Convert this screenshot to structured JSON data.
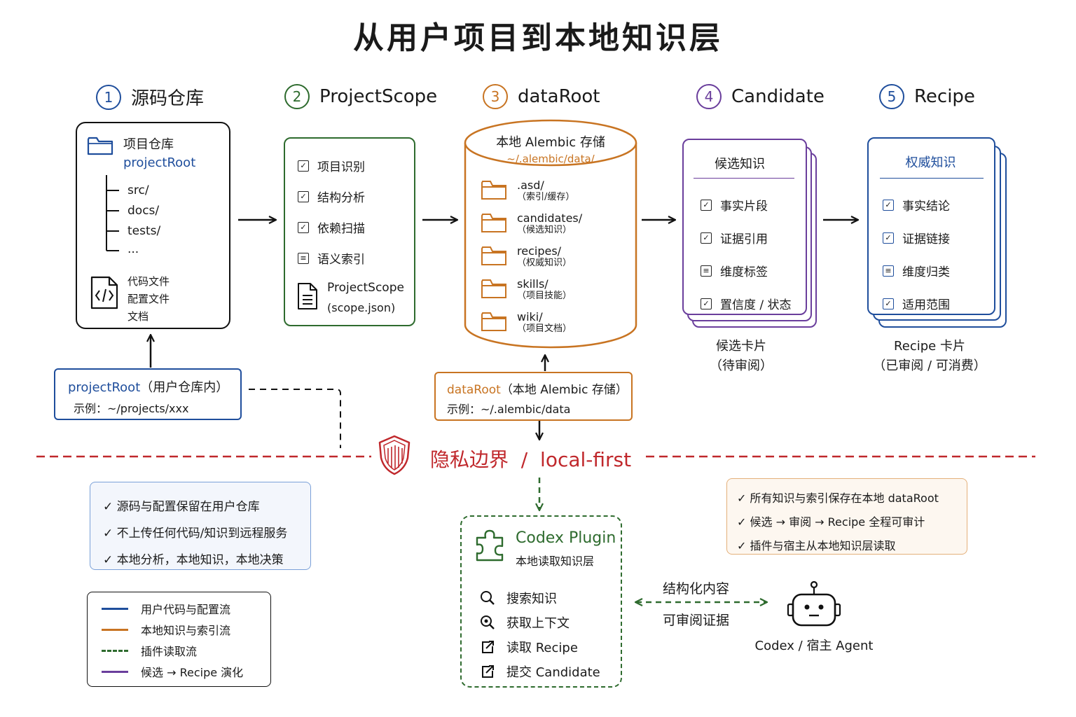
{
  "title": "从用户项目到本地知识层",
  "colors": {
    "blue": "#1f4e9c",
    "green": "#2e6b2e",
    "orange": "#c87422",
    "purple": "#6a3e9c",
    "red": "#c0282c",
    "black": "#111111"
  },
  "steps": [
    {
      "num": "1",
      "label": "源码仓库"
    },
    {
      "num": "2",
      "label": "ProjectScope"
    },
    {
      "num": "3",
      "label": "dataRoot"
    },
    {
      "num": "4",
      "label": "Candidate"
    },
    {
      "num": "5",
      "label": "Recipe"
    }
  ],
  "repo_box": {
    "title": "项目仓库",
    "root": "projectRoot",
    "tree": [
      "src/",
      "docs/",
      "tests/",
      "..."
    ],
    "files": [
      "代码文件",
      "配置文件",
      "文档"
    ]
  },
  "project_root_box": {
    "title": "projectRoot",
    "title_suffix": "（用户仓库内）",
    "example": "示例：~/projects/xxx"
  },
  "scope_box": {
    "items": [
      {
        "icon": "checkbox-icon",
        "label": "项目识别"
      },
      {
        "icon": "checkbox-icon",
        "label": "结构分析"
      },
      {
        "icon": "checkbox-icon",
        "label": "依赖扫描"
      },
      {
        "icon": "list-icon",
        "label": "语义索引"
      }
    ],
    "file_name": "ProjectScope",
    "file_sub": "(scope.json)"
  },
  "data_cylinder": {
    "title": "本地 Alembic 存储",
    "path": "~/.alembic/data/",
    "folders": [
      {
        "name": ".asd/",
        "desc": "（索引/缓存）"
      },
      {
        "name": "candidates/",
        "desc": "（候选知识）"
      },
      {
        "name": "recipes/",
        "desc": "（权威知识）"
      },
      {
        "name": "skills/",
        "desc": "（项目技能）"
      },
      {
        "name": "wiki/",
        "desc": "（项目文档）"
      }
    ]
  },
  "data_root_box": {
    "title": "dataRoot",
    "title_suffix": "（本地 Alembic 存储）",
    "example": "示例：~/.alembic/data"
  },
  "candidate_box": {
    "title": "候选知识",
    "items": [
      {
        "icon": "checkbox-icon",
        "label": "事实片段"
      },
      {
        "icon": "checkbox-icon",
        "label": "证据引用"
      },
      {
        "icon": "list-icon",
        "label": "维度标签"
      },
      {
        "icon": "checkbox-icon",
        "label": "置信度 / 状态"
      }
    ],
    "caption_1": "候选卡片",
    "caption_2": "（待审阅）"
  },
  "recipe_box": {
    "title": "权威知识",
    "items": [
      {
        "icon": "checkbox-icon",
        "label": "事实结论"
      },
      {
        "icon": "checkbox-icon",
        "label": "证据链接"
      },
      {
        "icon": "list-icon",
        "label": "维度归类"
      },
      {
        "icon": "checkbox-icon",
        "label": "适用范围"
      }
    ],
    "caption_1": "Recipe 卡片",
    "caption_2": "（已审阅 / 可消费）"
  },
  "boundary": {
    "label": "隐私边界  /  local-first",
    "icon": "shield-icon"
  },
  "privacy_left": [
    "源码与配置保留在用户仓库",
    "不上传任何代码/知识到远程服务",
    "本地分析，本地知识，本地决策"
  ],
  "privacy_right": [
    "所有知识与索引保存在本地 dataRoot",
    "候选 → 审阅 → Recipe 全程可审计",
    "插件与宿主从本地知识层读取"
  ],
  "legend": [
    {
      "label": "用户代码与配置流",
      "color": "#1f4e9c",
      "dashed": false
    },
    {
      "label": "本地知识与索引流",
      "color": "#c87422",
      "dashed": false
    },
    {
      "label": "插件读取流",
      "color": "#2e6b2e",
      "dashed": true
    },
    {
      "label": "候选 → Recipe 演化",
      "color": "#6a3e9c",
      "dashed": false
    }
  ],
  "plugin": {
    "title": "Codex Plugin",
    "subtitle": "本地读取知识层",
    "actions": [
      {
        "icon": "search-icon",
        "label": "搜索知识"
      },
      {
        "icon": "context-search-icon",
        "label": "获取上下文"
      },
      {
        "icon": "read-icon",
        "label": "读取 Recipe"
      },
      {
        "icon": "submit-icon",
        "label": "提交 Candidate"
      }
    ]
  },
  "agent_link": {
    "top": "结构化内容",
    "bottom": "可审阅证据"
  },
  "agent": {
    "label": "Codex / 宿主 Agent",
    "icon": "robot-icon"
  }
}
